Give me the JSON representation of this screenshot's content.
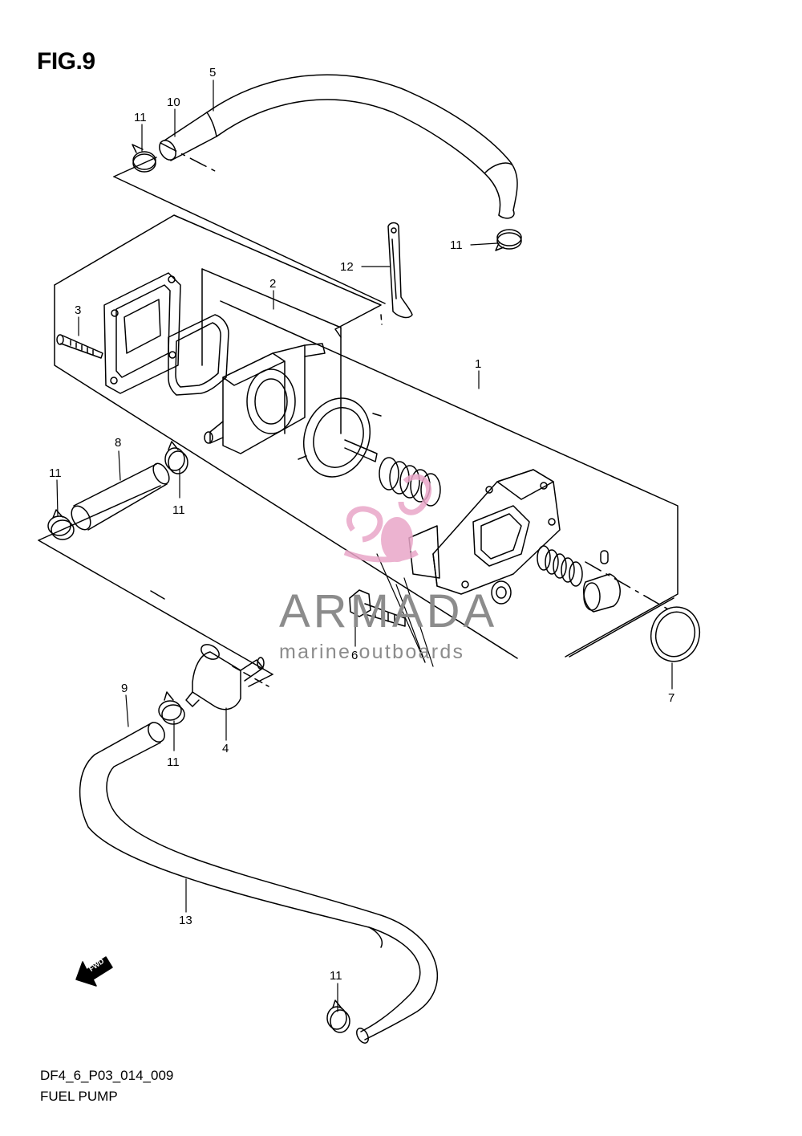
{
  "figure_label": "FIG.9",
  "diagram_code": "DF4_6_P03_014_009",
  "diagram_title": "FUEL PUMP",
  "watermark": {
    "brand": "ARMADA",
    "tagline": "marine outboards",
    "accent_color": "#e9a6c8"
  },
  "fwd_label": "FWD",
  "part_numbers": {
    "p1": "1",
    "p2": "2",
    "p3": "3",
    "p4": "4",
    "p5": "5",
    "p6": "6",
    "p7": "7",
    "p8": "8",
    "p9": "9",
    "p10": "10",
    "p11": "11",
    "p12": "12",
    "p13": "13"
  }
}
